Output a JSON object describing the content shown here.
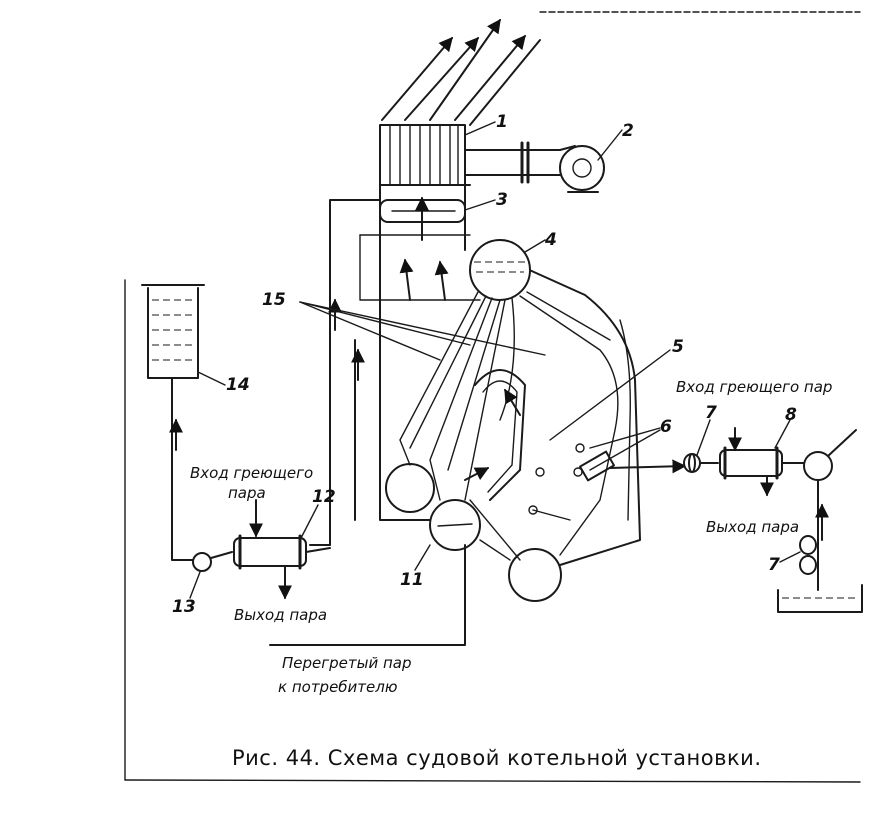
{
  "caption": "Рис. 44. Схема судовой котельной установки.",
  "labels": {
    "heating_steam_in_left": "Вход греющего",
    "heating_steam_in_left_2": "пара",
    "steam_out_left": "Выход пара",
    "superheated_steam": "Перегретый пар",
    "to_consumer": "к потребителю",
    "heating_steam_in_right": "Вход греющего пар",
    "steam_out_right": "Выход пара"
  },
  "numbers": {
    "n1": "1",
    "n2": "2",
    "n3": "3",
    "n4": "4",
    "n5": "5",
    "n6": "6",
    "n7a": "7",
    "n7b": "7",
    "n8": "8",
    "n11": "11",
    "n12": "12",
    "n13": "13",
    "n14": "14",
    "n15": "15"
  }
}
